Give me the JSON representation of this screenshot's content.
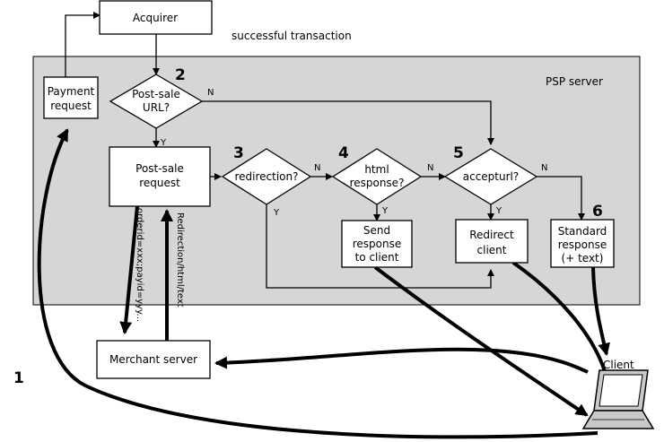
{
  "colors": {
    "server_fill": "#d6d6d6",
    "line": "#000000",
    "box_fill": "#ffffff"
  },
  "labels": {
    "caption": "successful transaction",
    "psp_server": "PSP server",
    "client": "Client"
  },
  "nodes": {
    "acquirer": [
      "Acquirer"
    ],
    "payment_request": [
      "Payment",
      "request"
    ],
    "post_sale_url": [
      "Post-sale",
      "URL?"
    ],
    "post_sale_request": [
      "Post-sale",
      "request"
    ],
    "redirection": [
      "redirection?"
    ],
    "html_response": [
      "html",
      "response?"
    ],
    "accepturl": [
      "accepturl?"
    ],
    "send_response": [
      "Send",
      "response",
      "to client"
    ],
    "redirect_client": [
      "Redirect",
      "client"
    ],
    "standard_response": [
      "Standard",
      "response",
      "(+ text)"
    ],
    "merchant_server": [
      "Merchant server"
    ]
  },
  "step_numbers": {
    "step1": "1",
    "step2": "2",
    "step3": "3",
    "step4": "4",
    "step5": "5",
    "step6": "6"
  },
  "branch_labels": {
    "post_sale_no": "N",
    "post_sale_yes": "Y",
    "redirection_no": "N",
    "redirection_yes": "Y",
    "html_no": "N",
    "html_yes": "Y",
    "accept_no": "N",
    "accept_yes": "Y"
  },
  "arrow_labels": {
    "to_merchant": "orderid=xxx;payid=yyy...",
    "from_merchant": "Redirection/html/text"
  }
}
